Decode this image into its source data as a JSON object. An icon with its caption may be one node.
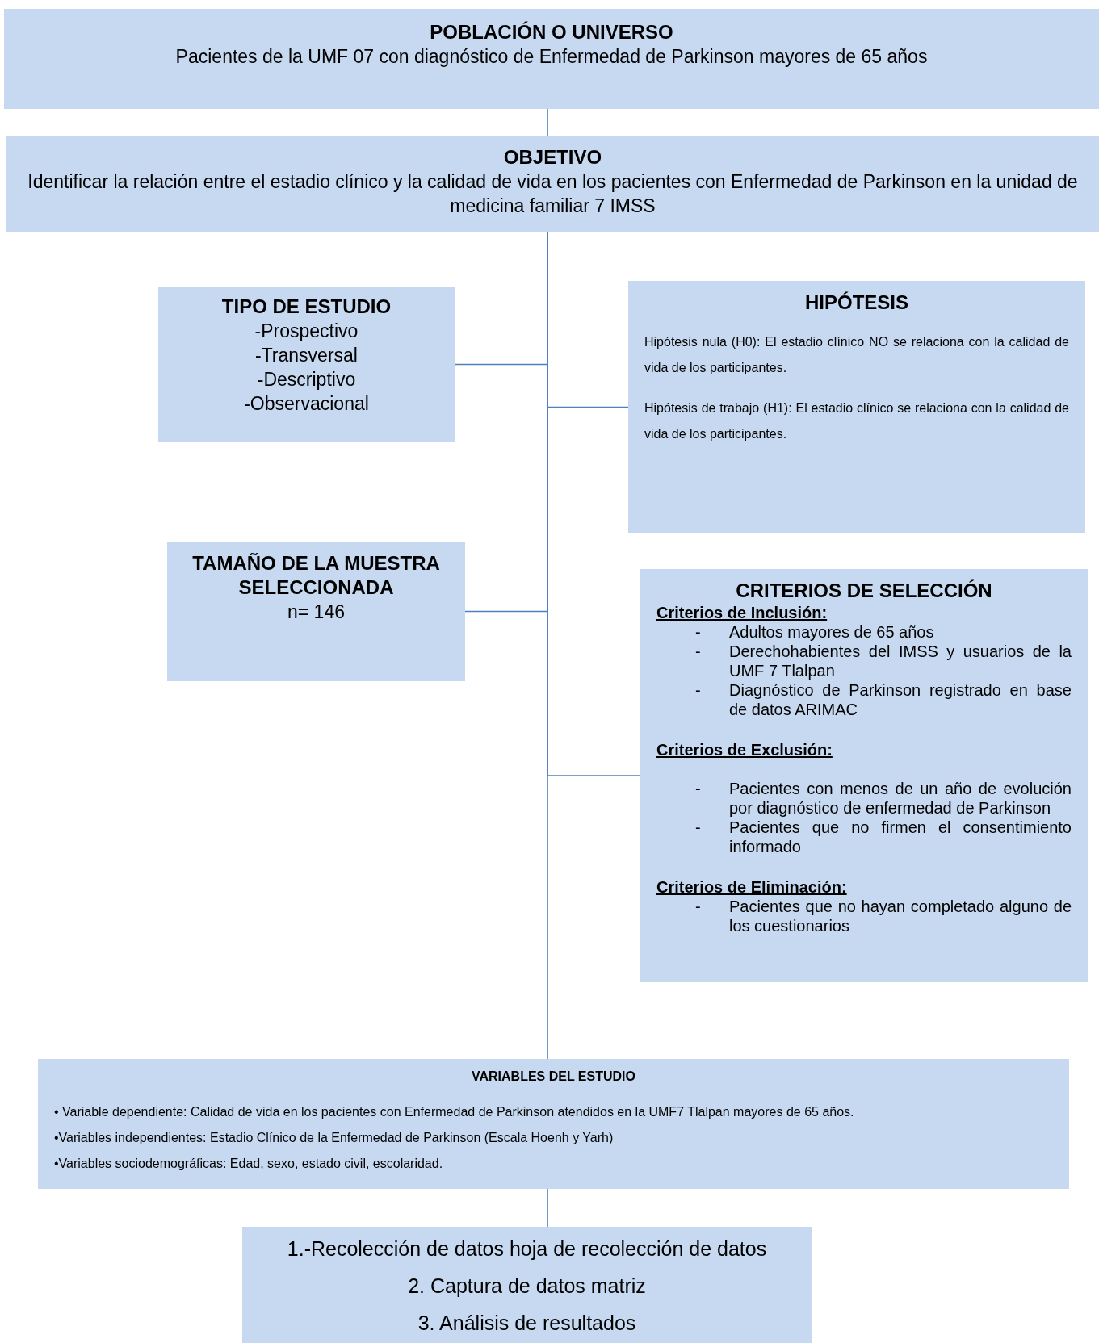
{
  "diagram": {
    "nodes": [
      {
        "text": [
          "POBLACIÓN O UNIVERSO",
          "Pacientes de la UMF 07 con diagnóstico de Enfermedad de Parkinson mayores de 65 años"
        ]
      },
      {
        "text": [
          "OBJETIVO",
          "Identificar la relación entre el estadio clínico y la calidad de vida en los pacientes con Enfermedad de Parkinson en la unidad de medicina familiar 7 IMSS"
        ]
      },
      {
        "text": [
          "TIPO DE ESTUDIO",
          "-Prospectivo",
          "-Transversal",
          "-Descriptivo",
          "-Observacional"
        ]
      },
      {
        "text": [
          "HIPÓTESIS",
          "Hipótesis nula (H0): El estadio clínico NO se relaciona con la calidad de vida de los participantes.",
          "Hipótesis de trabajo (H1): El estadio clínico se relaciona con la calidad de vida de los participantes."
        ]
      },
      {
        "text": [
          "TAMAÑO DE LA MUESTRA SELECCIONADA",
          "n= 146"
        ]
      },
      {
        "text": [
          "CRITERIOS DE SELECCIÓN",
          "Criterios de Inclusión:",
          "-",
          "Adultos mayores de 65 años",
          "-",
          "Derechohabientes del IMSS y usuarios de la UMF 7 Tlalpan",
          "-",
          "Diagnóstico de Parkinson registrado en base de datos ARIMAC",
          "Criterios de Exclusión:",
          "-",
          "Pacientes con menos de un año de evolución por diagnóstico de enfermedad de Parkinson",
          "-",
          "Pacientes que no firmen el consentimiento informado",
          "Criterios de Eliminación:",
          "-",
          "Pacientes que no hayan completado alguno de los cuestionarios"
        ]
      },
      {
        "text": [
          "VARIABLES DEL ESTUDIO",
          "• Variable dependiente: Calidad de vida en los pacientes con Enfermedad de Parkinson atendidos en la UMF7 Tlalpan mayores de 65 años.",
          "•Variables independientes: Estadio Clínico de la Enfermedad de Parkinson (Escala  Hoenh y Yarh)",
          "•Variables sociodemográficas: Edad, sexo, estado civil, escolaridad."
        ]
      },
      {
        "text": [
          "1.-Recolección de datos hoja de recolección de datos",
          "2. Captura de datos matriz",
          "3. Análisis de resultados"
        ]
      }
    ],
    "edges": [
      {
        "from": 0,
        "to": 1,
        "arrow": "none"
      },
      {
        "from": 1,
        "to": 2,
        "arrow": "none"
      },
      {
        "from": 1,
        "to": 3,
        "arrow": "none"
      },
      {
        "from": 1,
        "to": 4,
        "arrow": "none"
      },
      {
        "from": 1,
        "to": 5,
        "arrow": "none"
      },
      {
        "from": 1,
        "to": 6,
        "arrow": "none"
      },
      {
        "from": 6,
        "to": 7,
        "arrow": "none"
      }
    ]
  }
}
